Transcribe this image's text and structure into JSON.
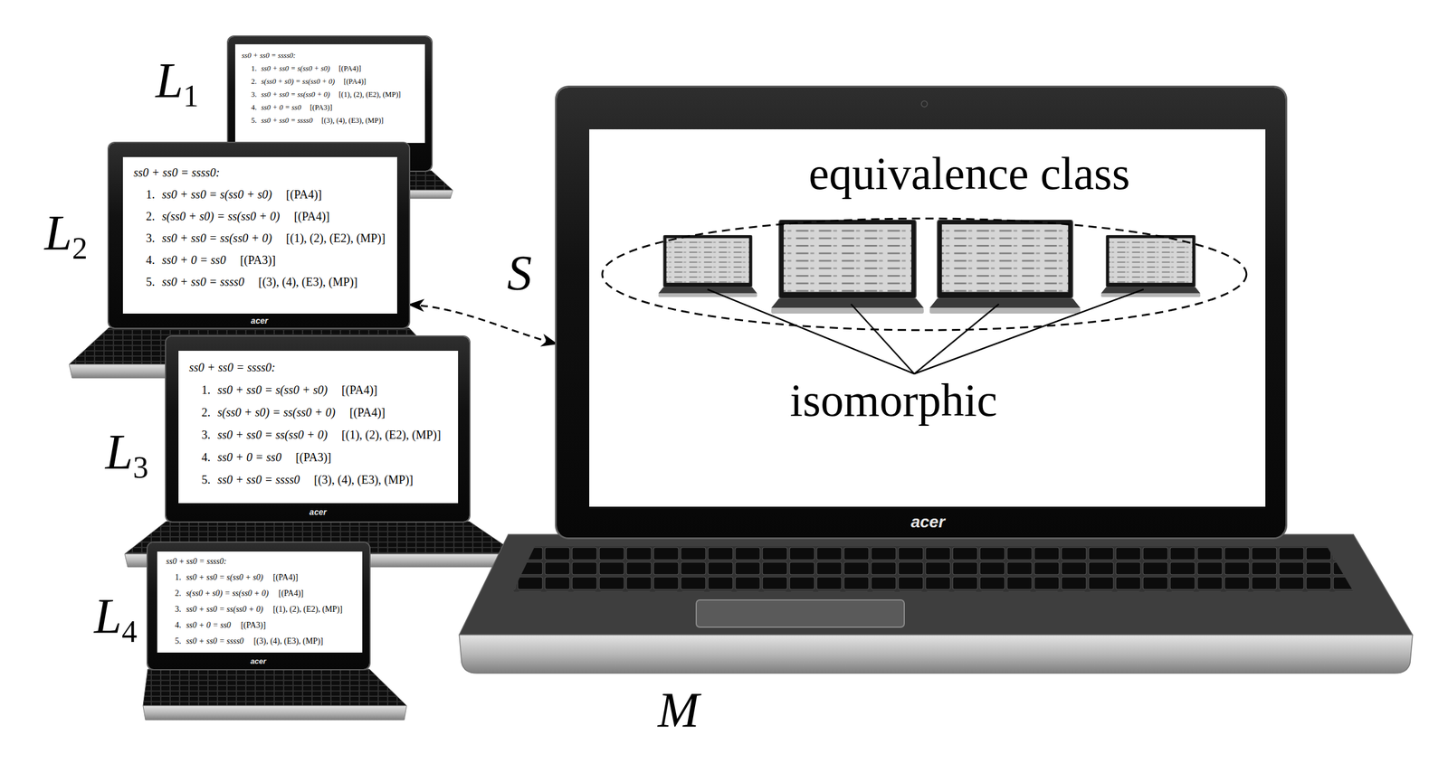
{
  "diagram": {
    "nodes": [
      {
        "text": [
          "L1",
          "ss0 + ss0 = ssss0:",
          "1.",
          "ss0 + ss0 = s(ss0 + s0)",
          "[(PA4)]",
          "2.",
          "s(ss0 + s0) = ss(ss0 + 0)",
          "[(PA4)]",
          "3.",
          "ss0 + ss0 = ss(ss0 + 0)",
          "[(1), (2), (E2), (MP)]",
          "4.",
          "ss0 + 0 = ss0",
          "[(PA3)]",
          "5.",
          "ss0 + ss0 = ssss0",
          "[(3), (4), (E3), (MP)]"
        ]
      },
      {
        "text": [
          "L2",
          "ss0 + ss0 = ssss0:",
          "1.",
          "ss0 + ss0 = s(ss0 + s0)",
          "[(PA4)]",
          "2.",
          "s(ss0 + s0) = ss(ss0 + 0)",
          "[(PA4)]",
          "3.",
          "ss0 + ss0 = ss(ss0 + 0)",
          "[(1), (2), (E2), (MP)]",
          "4.",
          "ss0 + 0 = ss0",
          "[(PA3)]",
          "5.",
          "ss0 + ss0 = ssss0",
          "[(3), (4), (E3), (MP)]"
        ]
      },
      {
        "text": [
          "L3",
          "ss0 + ss0 = ssss0:",
          "1.",
          "ss0 + ss0 = s(ss0 + s0)",
          "[(PA4)]",
          "2.",
          "s(ss0 + s0) = ss(ss0 + 0)",
          "[(PA4)]",
          "3.",
          "ss0 + ss0 = ss(ss0 + 0)",
          "[(1), (2), (E2), (MP)]",
          "4.",
          "ss0 + 0 = ss0",
          "[(PA3)]",
          "5.",
          "ss0 + ss0 = ssss0",
          "[(3), (4), (E3), (MP)]"
        ]
      },
      {
        "text": [
          "L4",
          "ss0 + ss0 = ssss0:",
          "1.",
          "ss0 + ss0 = s(ss0 + s0)",
          "[(PA4)]",
          "2.",
          "s(ss0 + s0) = ss(ss0 + 0)",
          "[(PA4)]",
          "3.",
          "ss0 + ss0 = ss(ss0 + 0)",
          "[(1), (2), (E2), (MP)]",
          "4.",
          "ss0 + 0 = ss0",
          "[(PA3)]",
          "5.",
          "ss0 + ss0 = ssss0",
          "[(3), (4), (E3), (MP)]"
        ]
      },
      {
        "text": [
          "M"
        ]
      },
      {
        "text": [
          "equivalence class"
        ],
        "in": 4
      }
    ],
    "edges": [
      {
        "from": 1,
        "to": 4,
        "arrow": "both",
        "label": "S"
      }
    ],
    "labels": [
      "acer",
      "acer",
      "acer",
      "acer",
      "isomorphic"
    ]
  }
}
